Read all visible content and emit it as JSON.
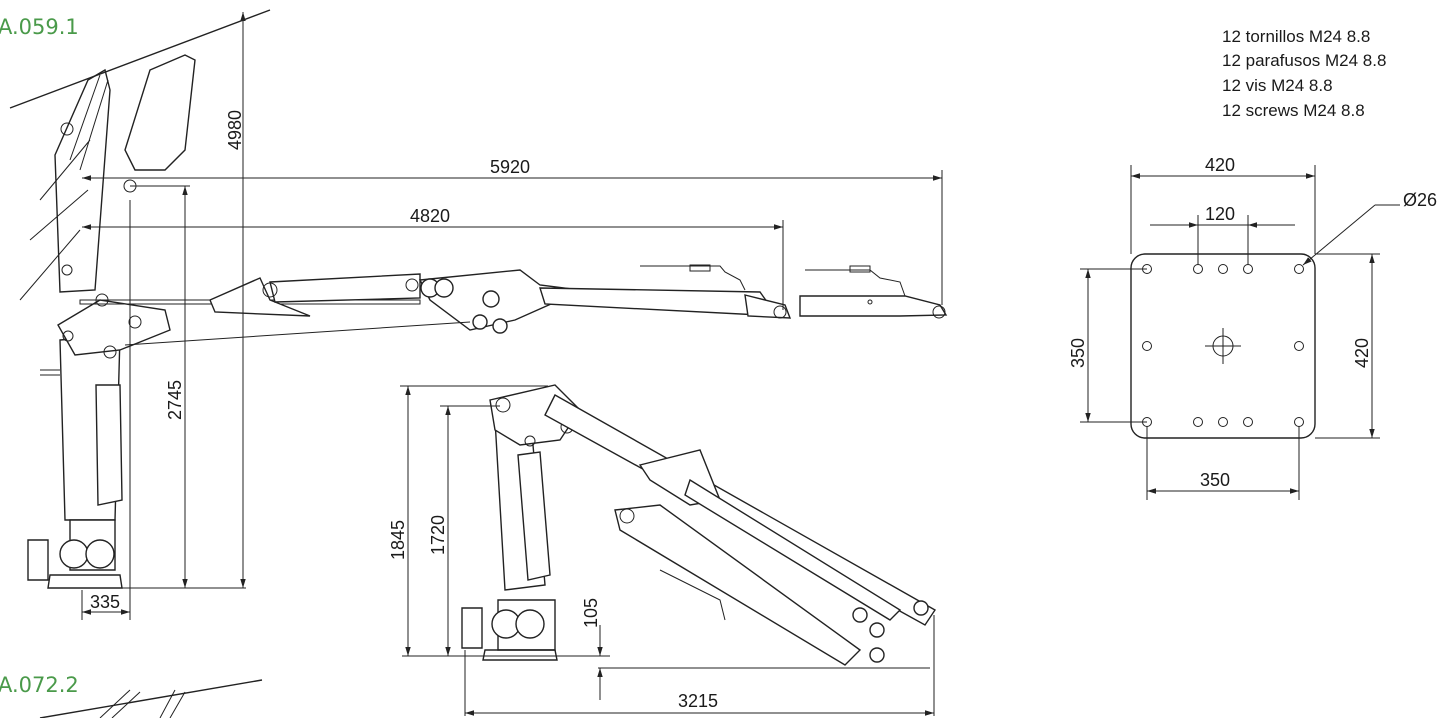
{
  "colors": {
    "model_label": "#4a9a4a",
    "line": "#222222"
  },
  "models": [
    "A.059.1",
    "A.072.2"
  ],
  "dimensions": {
    "reach_extended": "5920",
    "reach_retracted": "4820",
    "total_height": "4980",
    "pivot_height": "2745",
    "base_offset": "335",
    "folded_height": "1845",
    "folded_column_height": "1720",
    "base_clearance": "105",
    "folded_length": "3215"
  },
  "base_plate": {
    "width_top": "420",
    "hole_spacing": "120",
    "hole_diameter": "Ø26",
    "height_left": "350",
    "height_right": "420",
    "width_bottom": "350"
  },
  "screw_notes": [
    "12 tornillos M24 8.8",
    "12 parafusos M24 8.8",
    "12 vis M24 8.8",
    "12 screws M24 8.8"
  ]
}
